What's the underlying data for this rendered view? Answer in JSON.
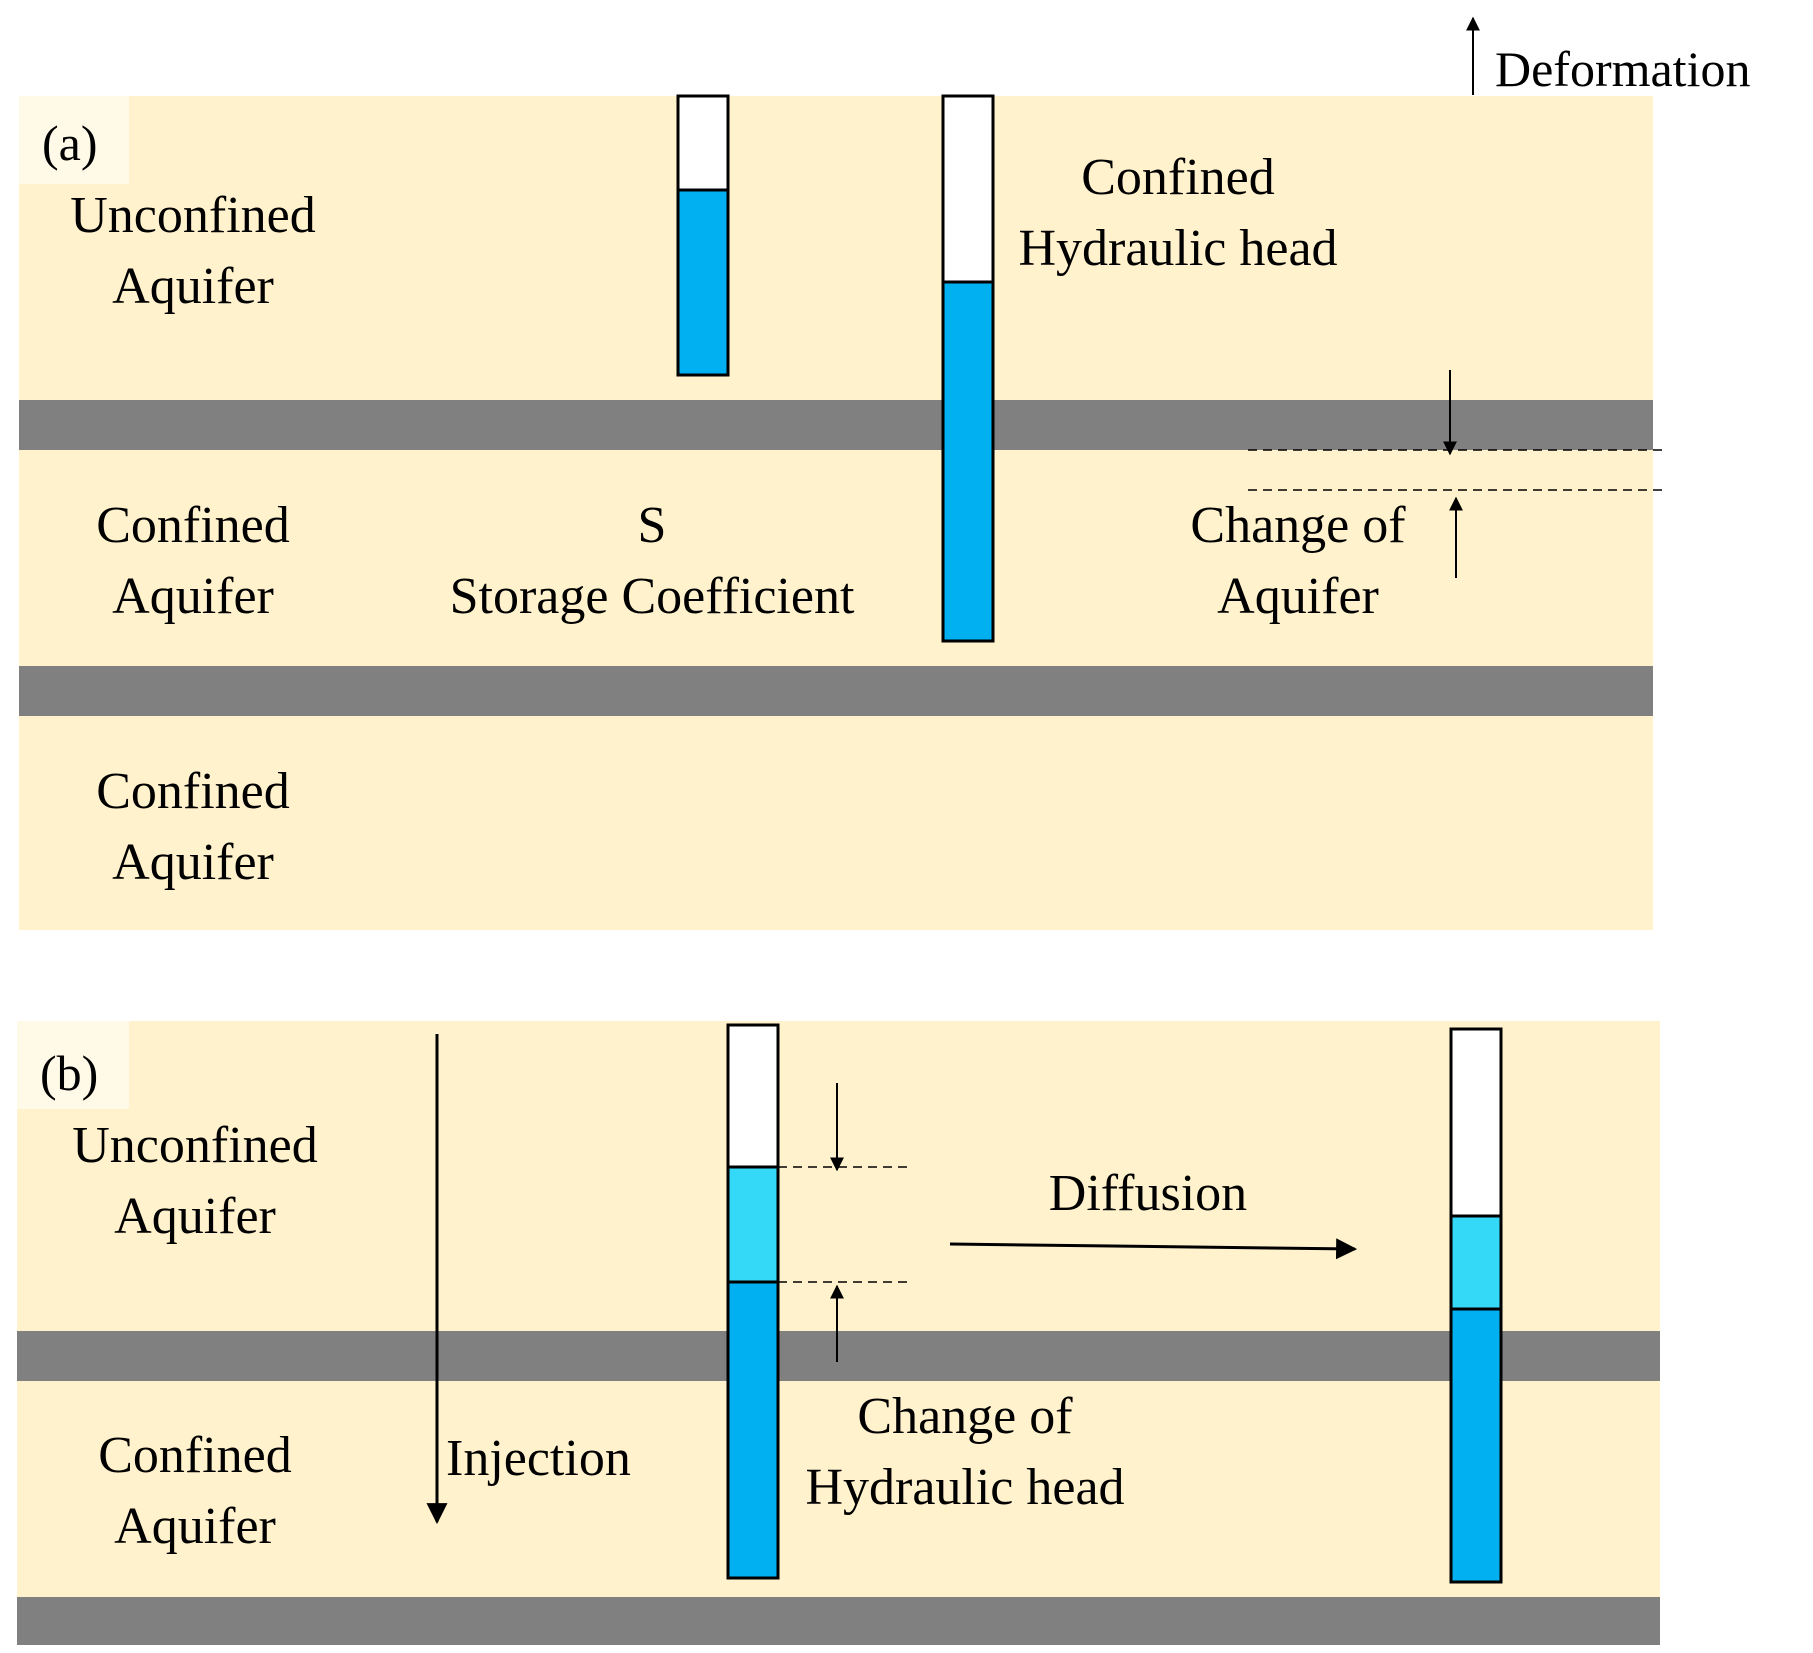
{
  "colors": {
    "aquifer": "#fff2cc",
    "aquitard": "#808080",
    "water": "#00b0f0",
    "water_light": "#33d9f7",
    "empty": "#ffffff",
    "stroke": "#000000"
  },
  "legend": {
    "label": "Deformation"
  },
  "panel_a": {
    "tag": "(a)",
    "layer1": {
      "line1": "Unconfined",
      "line2": "Aquifer"
    },
    "layer2": {
      "line1": "Confined",
      "line2": "Aquifer"
    },
    "layer3": {
      "line1": "Confined",
      "line2": "Aquifer"
    },
    "storage": {
      "line1": "S",
      "line2": "Storage Coefficient"
    },
    "head": {
      "line1": "Confined",
      "line2": "Hydraulic head"
    },
    "change": {
      "line1": "Change of",
      "line2": "Aquifer"
    }
  },
  "panel_b": {
    "tag": "(b)",
    "layer1": {
      "line1": "Unconfined",
      "line2": "Aquifer"
    },
    "layer2": {
      "line1": "Confined",
      "line2": "Aquifer"
    },
    "injection": "Injection",
    "diffusion": "Diffusion",
    "change": {
      "line1": "Change of",
      "line2": "Hydraulic head"
    }
  }
}
